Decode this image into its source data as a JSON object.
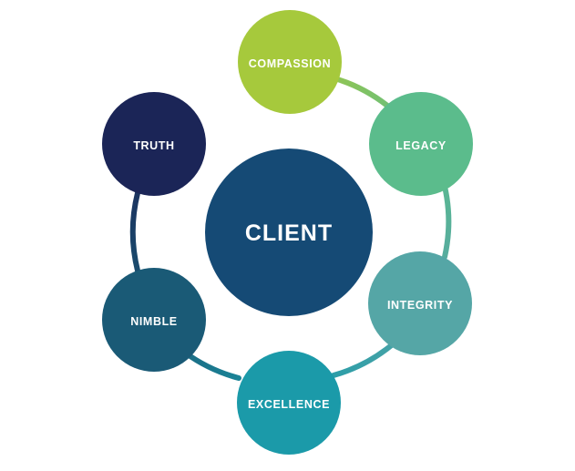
{
  "center": {
    "label": "CLIENT",
    "color": "#154a75"
  },
  "nodes": [
    {
      "id": "compassion",
      "label": "COMPASSION",
      "color": "#a6c93c"
    },
    {
      "id": "legacy",
      "label": "LEGACY",
      "color": "#5bbc8c"
    },
    {
      "id": "integrity",
      "label": "INTEGRITY",
      "color": "#55a6a6"
    },
    {
      "id": "excellence",
      "label": "EXCELLENCE",
      "color": "#1b9aa9"
    },
    {
      "id": "nimble",
      "label": "NIMBLE",
      "color": "#1a5a76"
    },
    {
      "id": "truth",
      "label": "TRUTH",
      "color": "#1b2557"
    }
  ]
}
